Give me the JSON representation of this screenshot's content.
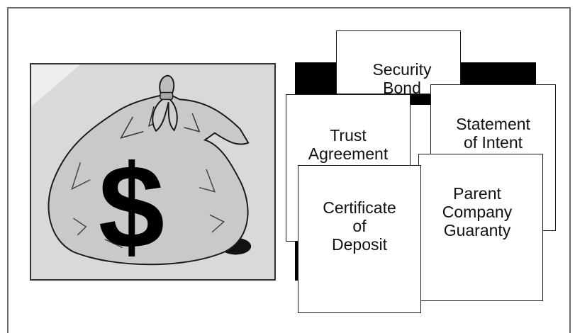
{
  "image": {
    "bag_icon": "money-bag-icon",
    "dollar_symbol": "$"
  },
  "documents": {
    "security_bond": "Security\nBond",
    "trust_agreement": "Trust\nAgreement",
    "statement_of_intent": "Statement\nof Intent",
    "certificate_of_deposit": "Certificate\nof\nDeposit",
    "parent_company_guaranty": "Parent\nCompany\nGuaranty"
  }
}
